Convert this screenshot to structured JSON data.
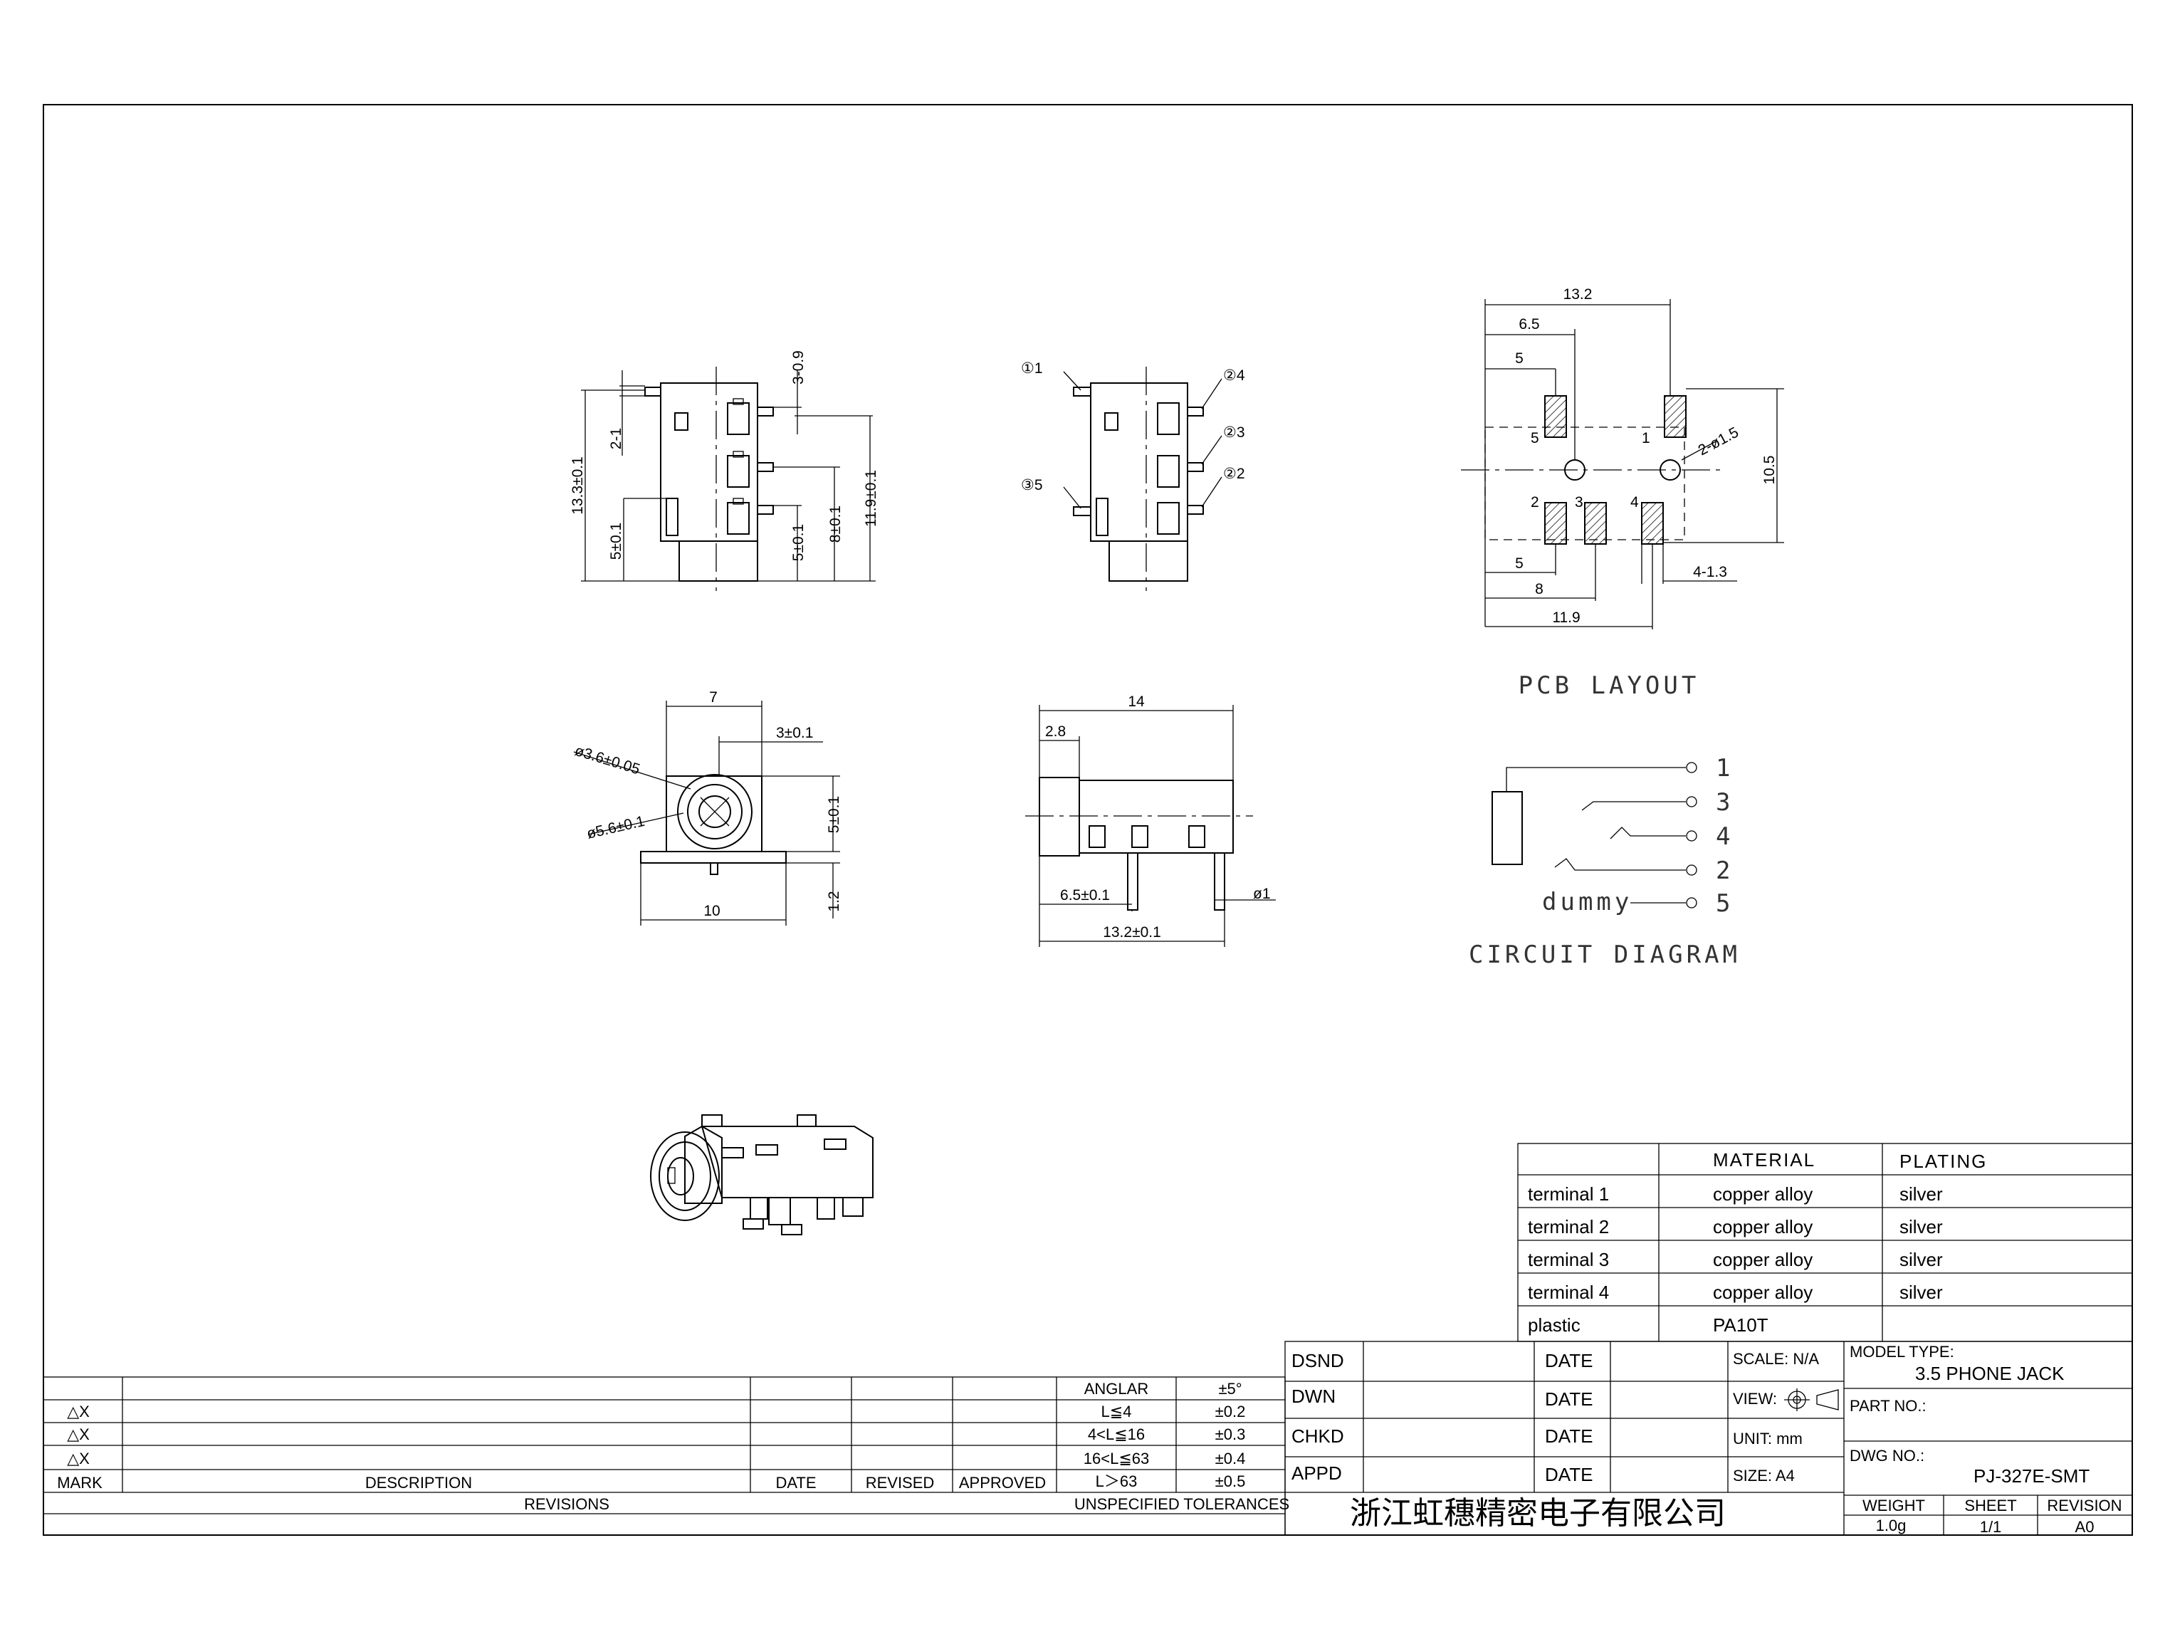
{
  "views": {
    "front": {
      "dims": [
        "3-0.9",
        "2-1",
        "13.3±0.1",
        "5±0.1",
        "5±0.1",
        "8±0.1",
        "11.9±0.1"
      ]
    },
    "pins": {
      "labels": [
        "①1",
        "②4",
        "②3",
        "②2",
        "③5"
      ]
    },
    "pcb": {
      "title": "PCB LAYOUT",
      "dims": [
        "13.2",
        "6.5",
        "5",
        "10.5",
        "2-ø1.5",
        "5",
        "8",
        "11.9",
        "4-1.3"
      ],
      "pad_numbers": [
        "5",
        "1",
        "2",
        "3",
        "4"
      ]
    },
    "side": {
      "dims": [
        "7",
        "3±0.1",
        "ø3.6±0.05",
        "ø5.6±0.1",
        "5±0.1",
        "1.2",
        "10"
      ]
    },
    "bottom": {
      "dims": [
        "14",
        "2.8",
        "6.5±0.1",
        "ø1",
        "13.2±0.1"
      ]
    },
    "circuit": {
      "title": "CIRCUIT DIAGRAM",
      "terminals": [
        "1",
        "3",
        "4",
        "2",
        "5"
      ],
      "dummy_label": "dummy"
    }
  },
  "materials": {
    "headers": [
      "MATERIAL",
      "PLATING"
    ],
    "rows": [
      {
        "part": "terminal 1",
        "material": "copper alloy",
        "plating": "silver"
      },
      {
        "part": "terminal 2",
        "material": "copper alloy",
        "plating": "silver"
      },
      {
        "part": "terminal 3",
        "material": "copper alloy",
        "plating": "silver"
      },
      {
        "part": "terminal 4",
        "material": "copper alloy",
        "plating": "silver"
      },
      {
        "part": "plastic",
        "material": "PA10T",
        "plating": ""
      }
    ]
  },
  "revisions": {
    "marks": [
      "△X",
      "△X",
      "△X"
    ],
    "header": {
      "mark": "MARK",
      "description": "DESCRIPTION",
      "date": "DATE",
      "revised": "REVISED",
      "approved": "APPROVED"
    },
    "footer": "REVISIONS"
  },
  "tolerances": {
    "rows": [
      {
        "range": "ANGLAR",
        "value": "±5°"
      },
      {
        "range": "L≦4",
        "value": "±0.2"
      },
      {
        "range": "4<L≦16",
        "value": "±0.3"
      },
      {
        "range": "16<L≦63",
        "value": "±0.4"
      },
      {
        "range": "L＞63",
        "value": "±0.5"
      }
    ],
    "footer": "UNSPECIFIED TOLERANCES"
  },
  "title_block": {
    "roles": [
      "DSND",
      "DWN",
      "CHKD",
      "APPD"
    ],
    "date_label": "DATE",
    "scale": "SCALE: N/A",
    "view": "VIEW:",
    "unit": "UNIT: mm",
    "size": "SIZE: A4",
    "model_type_label": "MODEL TYPE:",
    "model_type": "3.5 PHONE JACK",
    "part_no_label": "PART NO.:",
    "dwg_no_label": "DWG NO.:",
    "dwg_no": "PJ-327E-SMT",
    "company": "浙江虹穗精密电子有限公司",
    "weight_label": "WEIGHT",
    "weight": "1.0g",
    "sheet_label": "SHEET",
    "sheet": "1/1",
    "revision_label": "REVISION",
    "revision": "A0"
  }
}
